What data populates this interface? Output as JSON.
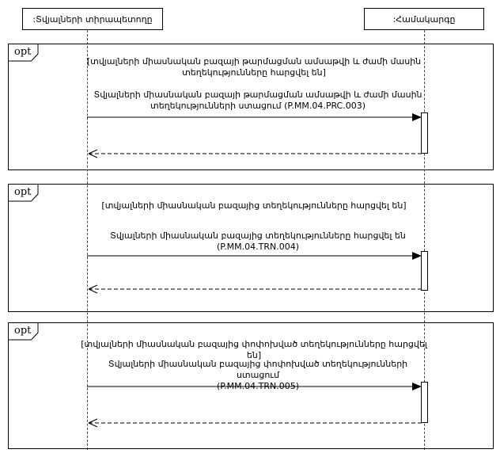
{
  "diagram": {
    "actors": [
      {
        "label": ":Տվյալների տիրապետողը"
      },
      {
        "label": ":Համակարգը"
      }
    ],
    "fragments": [
      {
        "operator": "opt",
        "guard_line1": "[տվյալների միասնական բազայի թարմացման ամսաթվի և ժամի մասին",
        "guard_line2": "տեղեկությունները հարցվել են]",
        "message_line1": "Տվյալների միասնական բազայի թարմացման ամսաթվի և ժամի մասին",
        "message_line2": "տեղեկությունների ստացում (P.MM.04.PRC.003)"
      },
      {
        "operator": "opt",
        "guard_line1": "[տվյալների միասնական բազայից տեղեկությունները հարցվել են]",
        "message_line1": "Տվյալների միասնական բազայից տեղեկությունները հարցվել են",
        "message_line2": "(P.MM.04.TRN.004)"
      },
      {
        "operator": "opt",
        "guard_line1": "[տվյալների միասնական բազայից փոփոխված տեղեկությունները հարցվել են]",
        "message_line1": "Տվյալների միասնական բազայից փոփոխված տեղեկությունների ստացում",
        "message_line2": "(P.MM.04.TRN.005)"
      }
    ],
    "icons": {
      "message_arrowhead": "filled-triangle-right",
      "return_arrowhead": "open-chevron-left"
    },
    "colors": {
      "line": "#000000",
      "background": "#ffffff"
    }
  }
}
